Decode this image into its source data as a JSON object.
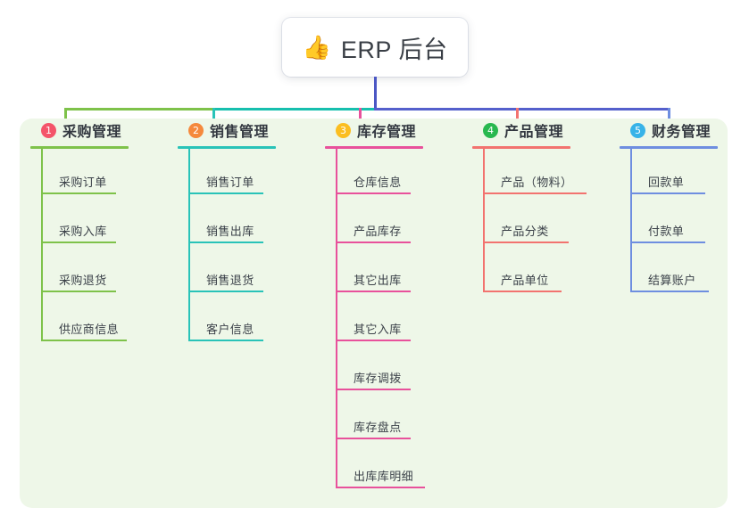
{
  "root": {
    "icon": "thumbs-up-icon",
    "emoji": "👍",
    "title": "ERP 后台"
  },
  "panel": {
    "background_color": "#eef7e8"
  },
  "connector_colors": {
    "trunk": "#4b57c4",
    "left_segment": "#7ec24a",
    "mid_segment": "#17bfae",
    "right_segment": "#5560cc"
  },
  "columns": [
    {
      "number": "1",
      "title": "采购管理",
      "badge_color": "#f4546a",
      "line_color": "#7ec24a",
      "leaf_widths": [
        84,
        84,
        84,
        96
      ],
      "items": [
        "采购订单",
        "采购入库",
        "采购退货",
        "供应商信息"
      ]
    },
    {
      "number": "2",
      "title": "销售管理",
      "badge_color": "#f5893c",
      "line_color": "#29c3b8",
      "leaf_widths": [
        84,
        84,
        84,
        84
      ],
      "items": [
        "销售订单",
        "销售出库",
        "销售退货",
        "客户信息"
      ]
    },
    {
      "number": "3",
      "title": "库存管理",
      "badge_color": "#fbbe20",
      "line_color": "#e8519b",
      "leaf_widths": [
        84,
        84,
        84,
        84,
        84,
        84,
        100
      ],
      "items": [
        "仓库信息",
        "产品库存",
        "其它出库",
        "其它入库",
        "库存调拨",
        "库存盘点",
        "出库库明细"
      ]
    },
    {
      "number": "4",
      "title": "产品管理",
      "badge_color": "#28b84f",
      "line_color": "#f2736f",
      "leaf_widths": [
        116,
        96,
        88
      ],
      "items": [
        "产品（物料）",
        "产品分类",
        "产品单位"
      ]
    },
    {
      "number": "5",
      "title": "财务管理",
      "badge_color": "#37b3e8",
      "line_color": "#6e8ee0",
      "leaf_widths": [
        84,
        84,
        88
      ],
      "items": [
        "回款单",
        "付款单",
        "结算账户"
      ]
    }
  ]
}
